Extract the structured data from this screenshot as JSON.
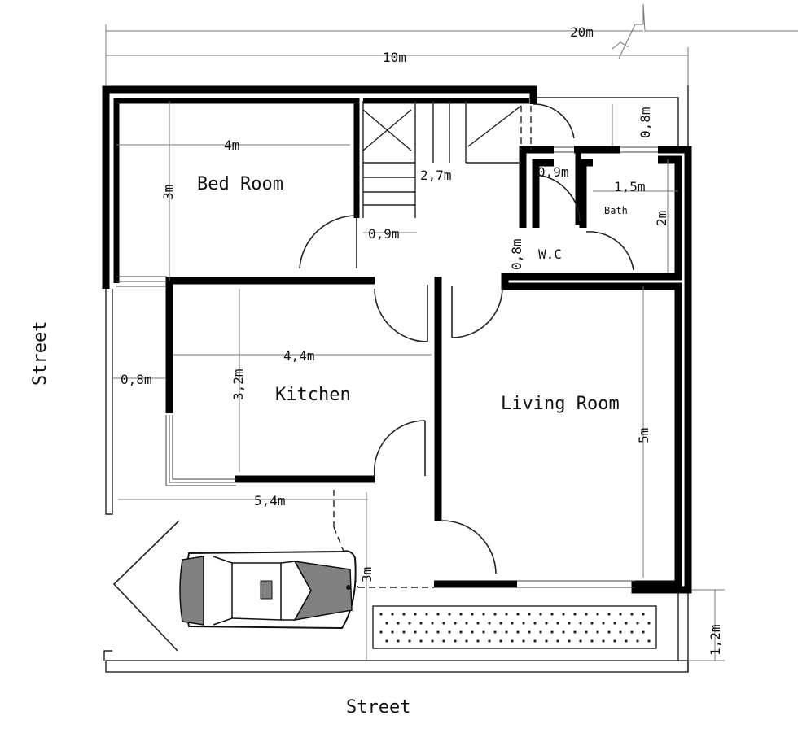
{
  "rooms": {
    "bed_room": "Bed Room",
    "kitchen": "Kitchen",
    "living_room": "Living Room",
    "wc": "W.C",
    "bath": "Bath"
  },
  "dimensions": {
    "total_width": "20m",
    "house_width": "10m",
    "bed_width": "4m",
    "bed_height": "3m",
    "stair_width": "2,7m",
    "bed_door": "0,9m",
    "corridor_top": "0,8m",
    "wc_door": "0,9m",
    "bath_width": "1,5m",
    "bath_height": "2m",
    "wc_width": "0,8m",
    "kitchen_width": "4,4m",
    "kitchen_height": "3,2m",
    "side_gap": "0,8m",
    "garage_width": "5,4m",
    "garage_depth": "3m",
    "living_height": "5m",
    "front_strip": "1,2m"
  },
  "streets": {
    "left": "Street",
    "bottom": "Street"
  },
  "colors": {
    "wall": "#000000",
    "car_glass": "#808080"
  }
}
